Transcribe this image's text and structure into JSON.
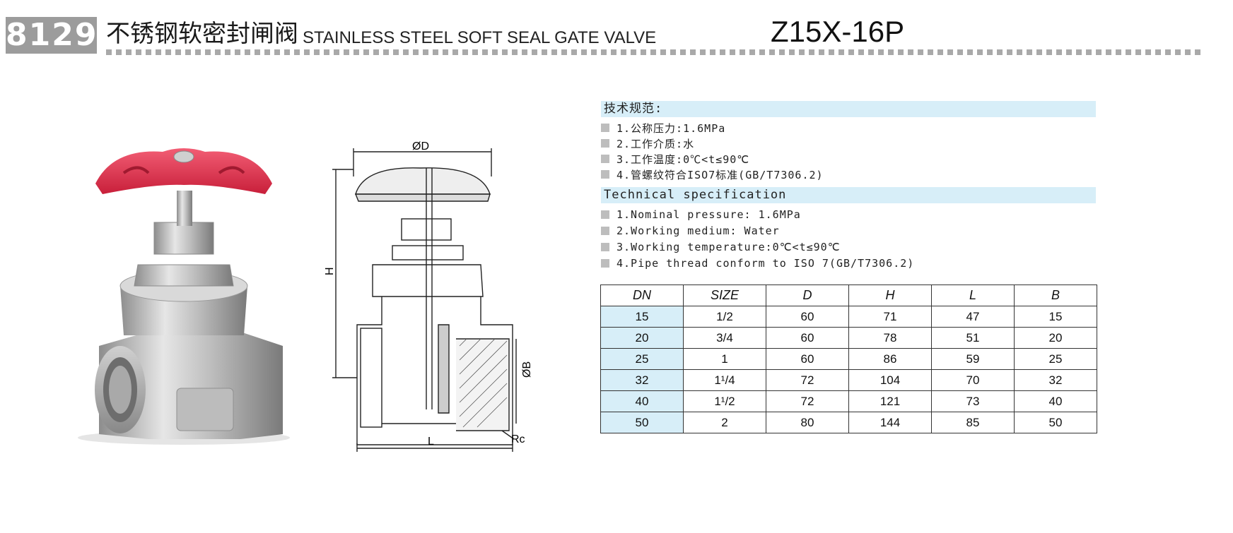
{
  "header": {
    "code": "8129",
    "title_cn": "不锈钢软密封闸阀",
    "title_en": "STAINLESS STEEL SOFT SEAL GATE VALVE",
    "model": "Z15X-16P"
  },
  "colors": {
    "accent_light_blue": "#d7eef8",
    "badge_grey": "#9c9c9c",
    "handwheel_red": "#e8344e"
  },
  "drawing": {
    "dim_D": "ØD",
    "dim_H": "H",
    "dim_B": "ØB",
    "dim_L": "L",
    "dim_Rc": "Rc"
  },
  "spec_cn": {
    "heading": "技术规范:",
    "items": [
      "1.公称压力:1.6MPa",
      "2.工作介质:水",
      "3.工作温度:0℃<t≤90℃",
      "4.管螺纹符合ISO7标准(GB/T7306.2)"
    ]
  },
  "spec_en": {
    "heading": "Technical specification",
    "items": [
      "1.Nominal pressure: 1.6MPa",
      "2.Working medium: Water",
      "3.Working temperature:0℃<t≤90℃",
      "4.Pipe thread conform to ISO 7(GB/T7306.2)"
    ]
  },
  "table": {
    "headers": [
      "DN",
      "SIZE",
      "D",
      "H",
      "L",
      "B"
    ],
    "rows": [
      [
        "15",
        "1/2",
        "60",
        "71",
        "47",
        "15"
      ],
      [
        "20",
        "3/4",
        "60",
        "78",
        "51",
        "20"
      ],
      [
        "25",
        "1",
        "60",
        "86",
        "59",
        "25"
      ],
      [
        "32",
        "1¹/4",
        "72",
        "104",
        "70",
        "32"
      ],
      [
        "40",
        "1¹/2",
        "72",
        "121",
        "73",
        "40"
      ],
      [
        "50",
        "2",
        "80",
        "144",
        "85",
        "50"
      ]
    ]
  }
}
